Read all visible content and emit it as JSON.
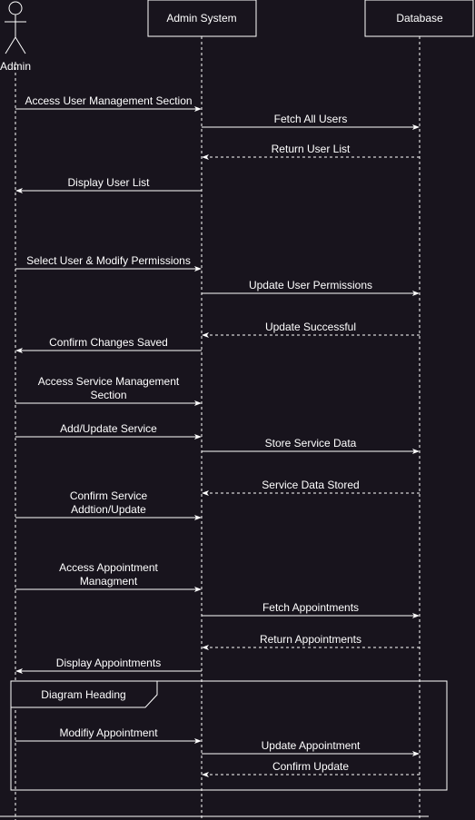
{
  "participants": {
    "actor": {
      "name": "Admin"
    },
    "system": {
      "name": "Admin System"
    },
    "database": {
      "name": "Database"
    }
  },
  "frame": {
    "label": "Diagram Heading"
  },
  "messages": [
    {
      "from": "actor",
      "to": "system",
      "style": "solid",
      "lines": [
        "Access User Management Section"
      ]
    },
    {
      "from": "system",
      "to": "database",
      "style": "solid",
      "lines": [
        "Fetch All Users"
      ]
    },
    {
      "from": "database",
      "to": "system",
      "style": "dashed",
      "lines": [
        "Return User List"
      ]
    },
    {
      "from": "system",
      "to": "actor",
      "style": "solid",
      "lines": [
        "Display User List"
      ]
    },
    {
      "from": "actor",
      "to": "system",
      "style": "solid",
      "lines": [
        "Select User & Modify Permissions"
      ]
    },
    {
      "from": "system",
      "to": "database",
      "style": "solid",
      "lines": [
        "Update User Permissions"
      ]
    },
    {
      "from": "database",
      "to": "system",
      "style": "dashed",
      "lines": [
        "Update Successful"
      ]
    },
    {
      "from": "system",
      "to": "actor",
      "style": "solid",
      "lines": [
        "Confirm Changes Saved"
      ]
    },
    {
      "from": "actor",
      "to": "system",
      "style": "solid",
      "lines": [
        "Access Service Management",
        "Section"
      ]
    },
    {
      "from": "actor",
      "to": "system",
      "style": "solid",
      "lines": [
        "Add/Update Service"
      ]
    },
    {
      "from": "system",
      "to": "database",
      "style": "solid",
      "lines": [
        "Store Service Data"
      ]
    },
    {
      "from": "database",
      "to": "system",
      "style": "dashed",
      "lines": [
        "Service Data Stored"
      ]
    },
    {
      "from": "actor",
      "to": "system",
      "style": "solid",
      "lines": [
        "Confirm Service",
        "Addtion/Update"
      ]
    },
    {
      "from": "actor",
      "to": "system",
      "style": "solid",
      "lines": [
        "Access Appointment",
        "Managment"
      ]
    },
    {
      "from": "system",
      "to": "database",
      "style": "solid",
      "lines": [
        "Fetch Appointments"
      ]
    },
    {
      "from": "database",
      "to": "system",
      "style": "dashed",
      "lines": [
        "Return Appointments"
      ]
    },
    {
      "from": "system",
      "to": "actor",
      "style": "solid",
      "lines": [
        "Display Appointments"
      ]
    },
    {
      "from": "actor",
      "to": "system",
      "style": "solid",
      "lines": [
        "Modifiy Appointment"
      ]
    },
    {
      "from": "system",
      "to": "database",
      "style": "solid",
      "lines": [
        "Update Appointment"
      ]
    },
    {
      "from": "database",
      "to": "system",
      "style": "dashed",
      "lines": [
        "Confirm Update"
      ]
    }
  ],
  "colors": {
    "background": "#18141d",
    "line": "#ffffff",
    "text": "#ffffff"
  }
}
